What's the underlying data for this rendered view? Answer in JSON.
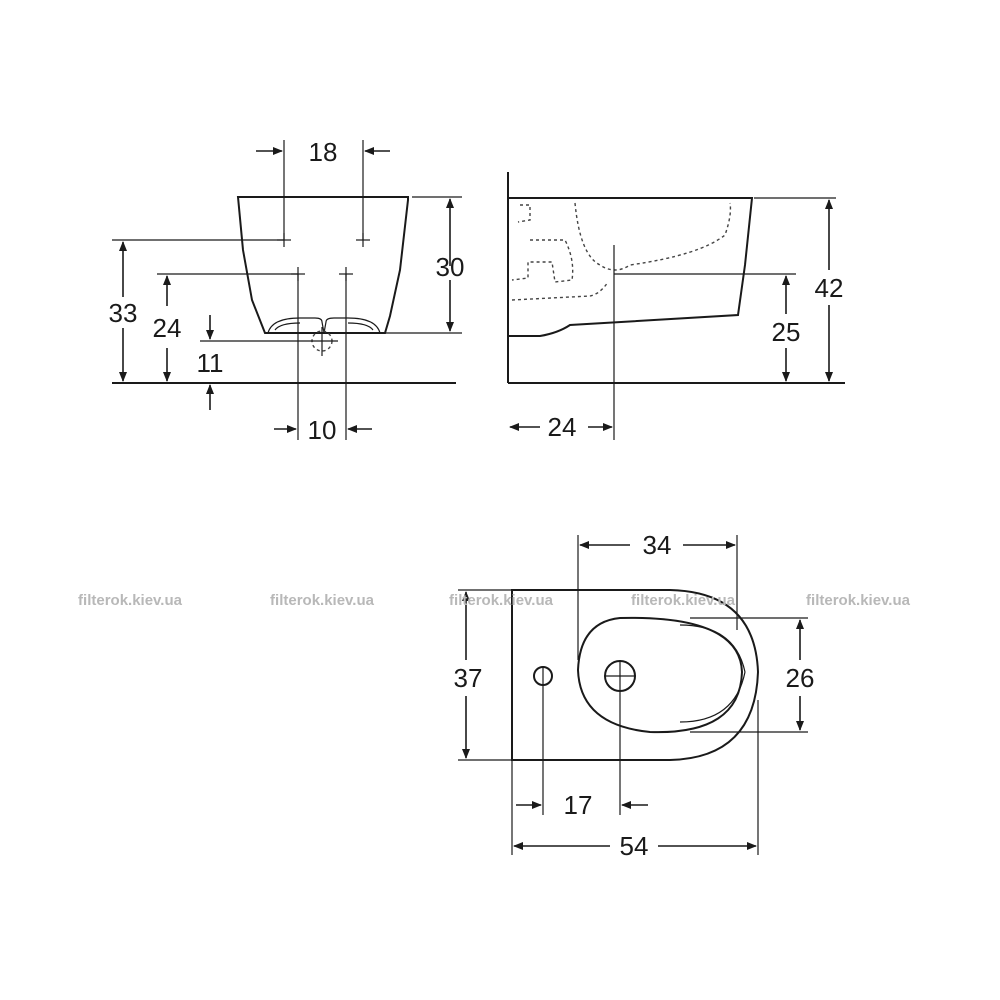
{
  "dimensions": {
    "front_hole_spacing_top": "18",
    "front_height_right": "30",
    "front_height_33": "33",
    "front_height_24": "24",
    "front_height_11": "11",
    "front_hole_spacing_bottom": "10",
    "side_height_42": "42",
    "side_height_25": "25",
    "side_depth_24": "24",
    "top_width_34": "34",
    "top_height_37": "37",
    "top_height_26": "26",
    "top_offset_17": "17",
    "top_length_54": "54"
  },
  "watermarks": [
    "filterok.kiev.ua",
    "filterok.kiev.ua",
    "filterok.kiev.ua",
    "filterok.kiev.ua",
    "filterok.kiev.ua"
  ]
}
